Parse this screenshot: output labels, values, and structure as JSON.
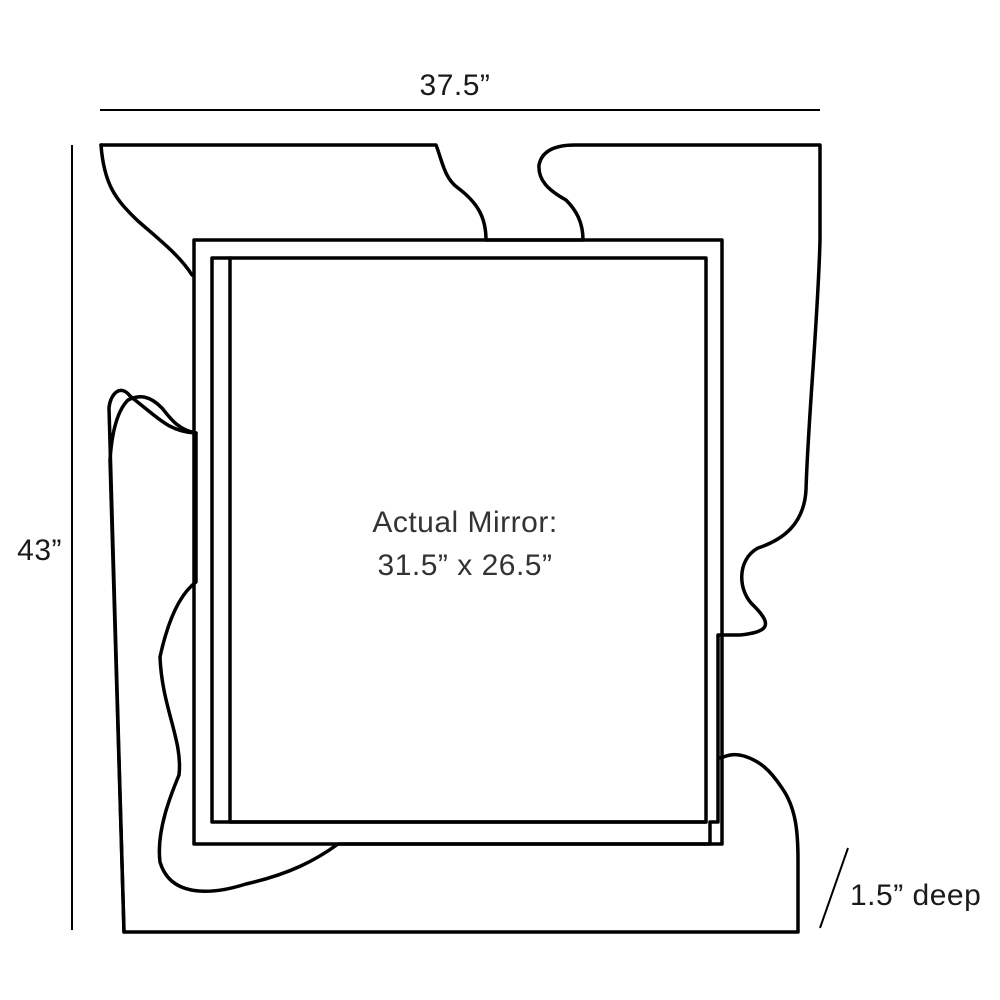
{
  "diagram": {
    "dimensions": {
      "width_label": "37.5”",
      "height_label": "43”",
      "depth_label": "1.5” deep"
    },
    "mirror": {
      "label_line1": "Actual Mirror:",
      "label_line2": "31.5” x 26.5”"
    },
    "colors": {
      "line": "#000000",
      "background": "#ffffff"
    }
  }
}
